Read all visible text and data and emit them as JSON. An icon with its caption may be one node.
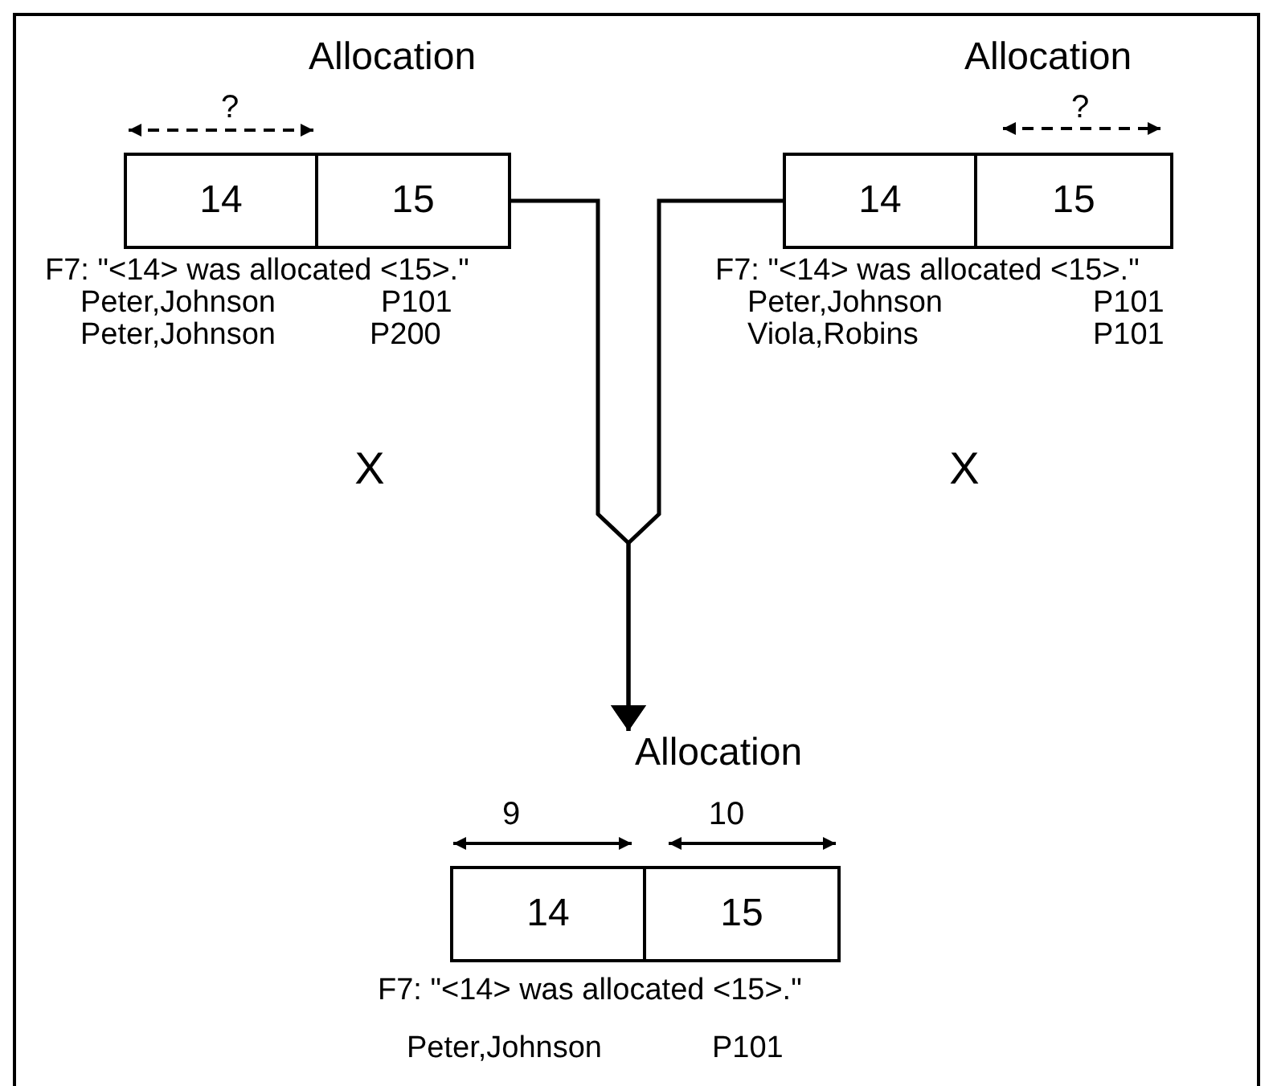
{
  "diagram": {
    "nodes": [
      {
        "text": [
          "Allocation"
        ]
      },
      {
        "text": [
          "14"
        ],
        "in": 0
      },
      {
        "text": [
          "15"
        ],
        "in": 0
      },
      {
        "text": [
          "Allocation"
        ]
      },
      {
        "text": [
          "14"
        ],
        "in": 3
      },
      {
        "text": [
          "15"
        ],
        "in": 3
      },
      {
        "text": [
          "Allocation"
        ]
      },
      {
        "text": [
          "14"
        ],
        "in": 6
      },
      {
        "text": [
          "15"
        ],
        "in": 6
      }
    ],
    "edges": [
      {
        "from": 0,
        "to": 6,
        "arrow": "to"
      },
      {
        "from": 3,
        "to": 6,
        "arrow": "to"
      }
    ],
    "labels": [
      "?",
      "?",
      "F7: \"<14> was allocated <15>.\"",
      "F7: \"<14> was allocated <15>.\"",
      "Peter,Johnson",
      "P101",
      "Peter,Johnson",
      "P200",
      "Peter,Johnson",
      "P101",
      "Viola,Robins",
      "P101",
      "X",
      "X",
      "9",
      "10",
      "F7: \"<14> was allocated <15>.\"",
      "Peter,Johnson",
      "P101"
    ]
  }
}
